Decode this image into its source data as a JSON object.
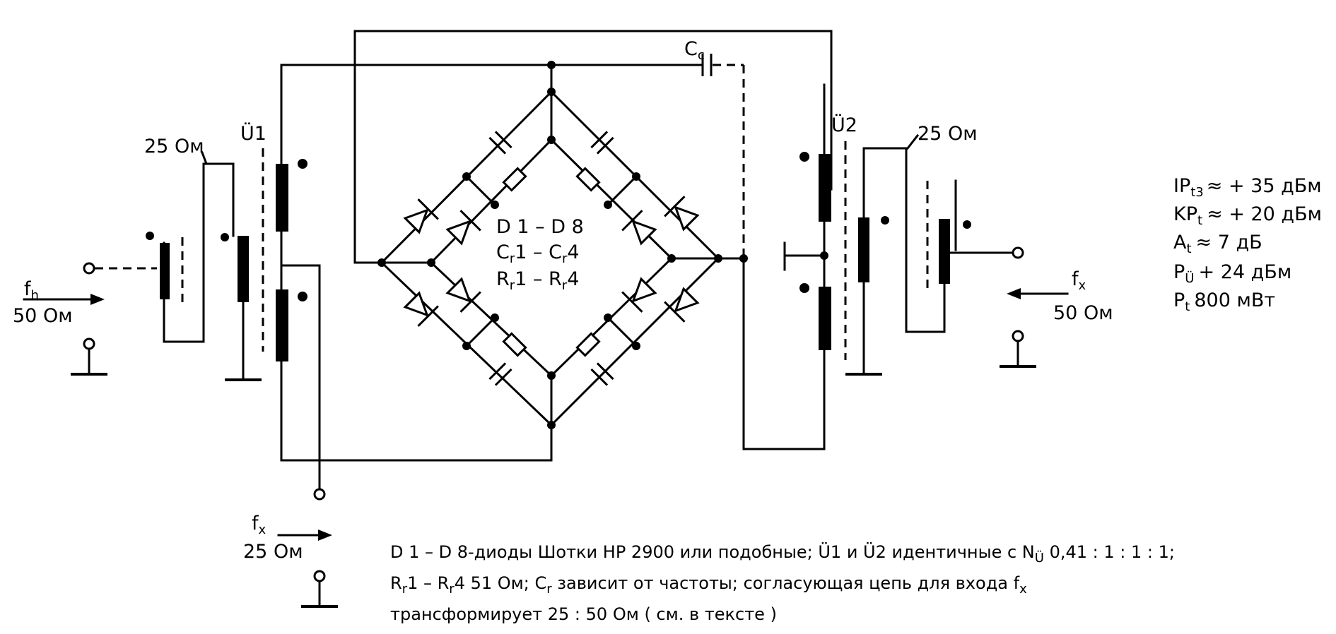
{
  "left_input": {
    "freq": "f",
    "freq_sub": "h",
    "impedance": "50 Ом"
  },
  "left_secondary": {
    "impedance": "25 Ом"
  },
  "transformer_1": {
    "label": "Ü1"
  },
  "bottom_port": {
    "freq": "f",
    "freq_sub": "x",
    "impedance": "25 Ом"
  },
  "coupling_cap": {
    "label": "C",
    "label_sub": "c"
  },
  "bridge_labels": {
    "line1": "D 1 – D 8",
    "line2": {
      "a": "C",
      "a_sub": "r",
      "b": "1 – C",
      "b_sub": "r",
      "c": "4"
    },
    "line3": {
      "a": "R",
      "a_sub": "r",
      "b": "1 – R",
      "b_sub": "r",
      "c": "4"
    }
  },
  "transformer_2": {
    "label": "Ü2"
  },
  "right_secondary": {
    "impedance": "25 Ом"
  },
  "right_port": {
    "freq": "f",
    "freq_sub": "x",
    "impedance": "50 Ом"
  },
  "specs": [
    {
      "name": "IP",
      "sub": "t3",
      "value": "≈ + 35 дБм"
    },
    {
      "name": "KP",
      "sub": "t",
      "value": "≈ + 20 дБм"
    },
    {
      "name": "A",
      "sub": "t",
      "value": "≈ 7 дБ"
    },
    {
      "name": "P",
      "sub": "Ü",
      "value": "+ 24 дБм"
    },
    {
      "name": "P",
      "sub": "t",
      "value": "800 мВт"
    }
  ],
  "notes": {
    "line1": "D 1 – D 8-диоды Шотки HP 2900 или подобные; Ü1 и Ü2 идентичные с N",
    "line1_sub": "Ü",
    "line1_end": " 0,41 : 1 : 1 : 1;",
    "line2": {
      "a": "R",
      "a_sub": "r",
      "b": "1 – R",
      "b_sub": "r",
      "c": "4  51 Ом;  C",
      "c_sub": "r",
      "d": " зависит от частоты;  согласующая цепь для  входа f",
      "d_sub": "x"
    },
    "line3": "трансформирует  25 : 50 Ом  ( см.  в  тексте )"
  }
}
